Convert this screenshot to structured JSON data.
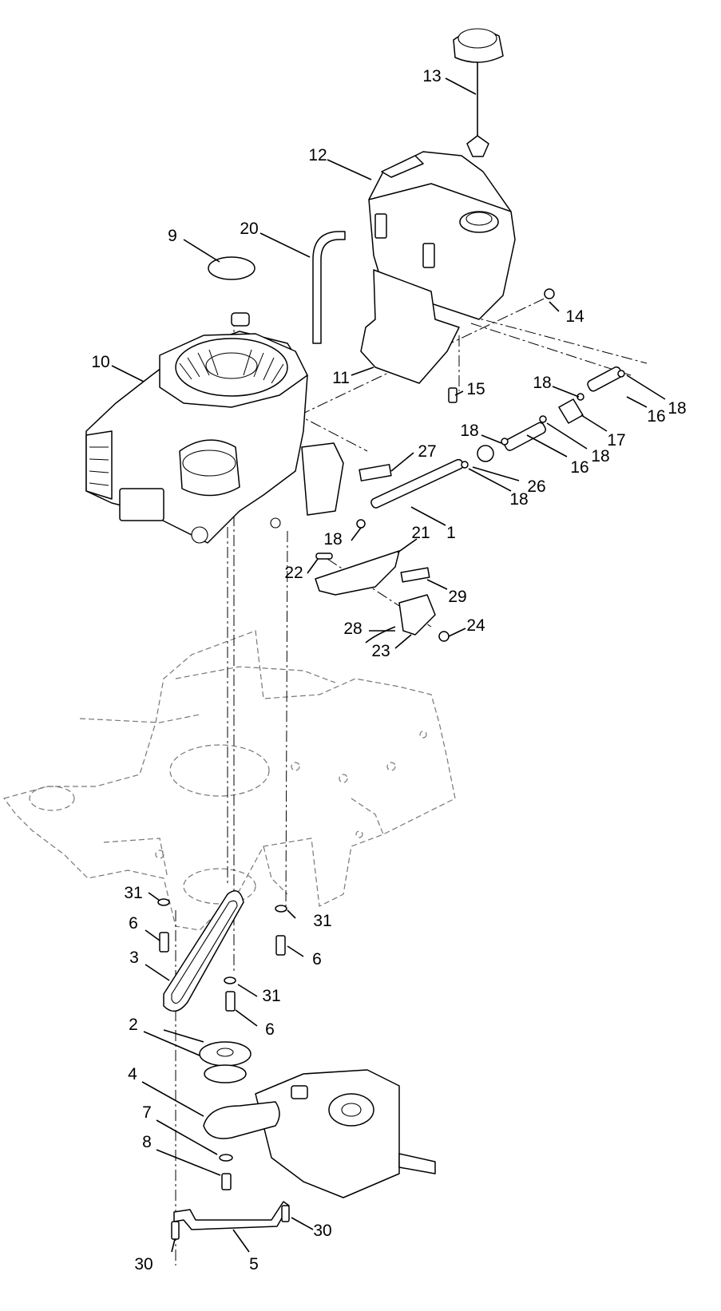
{
  "diagram": {
    "callouts": [
      {
        "id": "c1",
        "text": "1"
      },
      {
        "id": "c2",
        "text": "2"
      },
      {
        "id": "c3",
        "text": "3"
      },
      {
        "id": "c4",
        "text": "4"
      },
      {
        "id": "c5",
        "text": "5"
      },
      {
        "id": "c6a",
        "text": "6"
      },
      {
        "id": "c6b",
        "text": "6"
      },
      {
        "id": "c6c",
        "text": "6"
      },
      {
        "id": "c7",
        "text": "7"
      },
      {
        "id": "c8",
        "text": "8"
      },
      {
        "id": "c9",
        "text": "9"
      },
      {
        "id": "c10",
        "text": "10"
      },
      {
        "id": "c11",
        "text": "11"
      },
      {
        "id": "c12",
        "text": "12"
      },
      {
        "id": "c13",
        "text": "13"
      },
      {
        "id": "c14",
        "text": "14"
      },
      {
        "id": "c15",
        "text": "15"
      },
      {
        "id": "c16a",
        "text": "16"
      },
      {
        "id": "c16b",
        "text": "16"
      },
      {
        "id": "c17",
        "text": "17"
      },
      {
        "id": "c18a",
        "text": "18"
      },
      {
        "id": "c18b",
        "text": "18"
      },
      {
        "id": "c18c",
        "text": "18"
      },
      {
        "id": "c18d",
        "text": "18"
      },
      {
        "id": "c18e",
        "text": "18"
      },
      {
        "id": "c18f",
        "text": "18"
      },
      {
        "id": "c20",
        "text": "20"
      },
      {
        "id": "c21",
        "text": "21"
      },
      {
        "id": "c22",
        "text": "22"
      },
      {
        "id": "c23",
        "text": "23"
      },
      {
        "id": "c24",
        "text": "24"
      },
      {
        "id": "c26",
        "text": "26"
      },
      {
        "id": "c27",
        "text": "27"
      },
      {
        "id": "c28",
        "text": "28"
      },
      {
        "id": "c29",
        "text": "29"
      },
      {
        "id": "c30a",
        "text": "30"
      },
      {
        "id": "c30b",
        "text": "30"
      },
      {
        "id": "c31a",
        "text": "31"
      },
      {
        "id": "c31b",
        "text": "31"
      },
      {
        "id": "c31c",
        "text": "31"
      }
    ]
  }
}
